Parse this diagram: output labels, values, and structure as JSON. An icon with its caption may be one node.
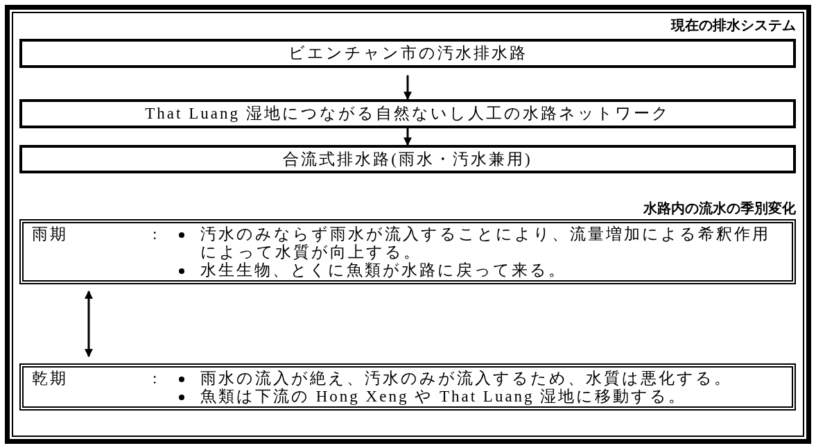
{
  "diagram": {
    "nodes": [
      {
        "text": [
          "ビエンチャン市の汚水排水路"
        ]
      },
      {
        "text": [
          "That Luang 湿地につながる自然ないし人工の水路ネットワーク"
        ]
      },
      {
        "text": [
          "合流式排水路(雨水・汚水兼用)"
        ]
      },
      {
        "text": [
          "雨期",
          ":",
          "汚水のみならず雨水が流入することにより、流量増加による希釈作用によって水質が向上する。",
          "水生生物、とくに魚類が水路に戻って来る。"
        ]
      },
      {
        "text": [
          "乾期",
          ":",
          "雨水の流入が絶え、汚水のみが流入するため、水質は悪化する。",
          "魚類は下流の Hong Xeng や That Luang 湿地に移動する。"
        ]
      }
    ],
    "edges": [
      {
        "from": 0,
        "to": 1,
        "arrow": "to"
      },
      {
        "from": 1,
        "to": 2,
        "arrow": "to"
      },
      {
        "from": 3,
        "to": 4,
        "arrow": "both"
      }
    ],
    "labels": [
      "現在の排水システム",
      "水路内の流水の季別変化"
    ]
  }
}
